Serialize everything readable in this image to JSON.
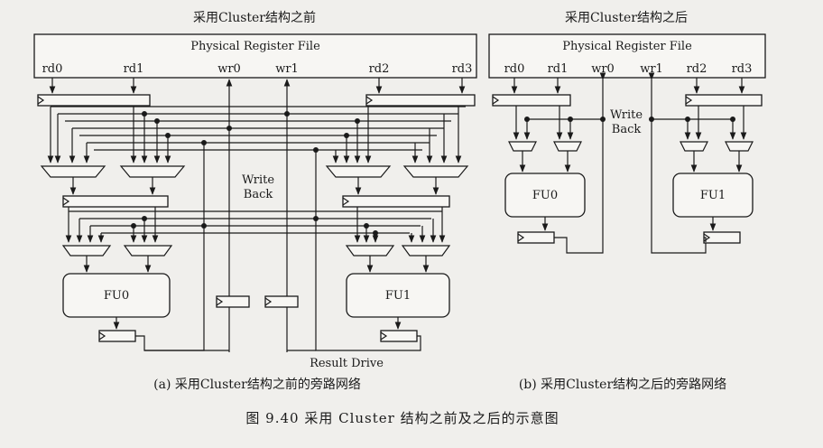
{
  "panel_a": {
    "title": "采用Cluster结构之前",
    "register_file_label": "Physical Register File",
    "ports": [
      "rd0",
      "rd1",
      "wr0",
      "wr1",
      "rd2",
      "rd3"
    ],
    "write_back_line1": "Write",
    "write_back_line2": "Back",
    "fu_labels": [
      "FU0",
      "FU1"
    ],
    "result_drive": "Result Drive",
    "caption": "(a) 采用Cluster结构之前的旁路网络"
  },
  "panel_b": {
    "title": "采用Cluster结构之后",
    "register_file_label": "Physical Register File",
    "ports": [
      "rd0",
      "rd1",
      "wr0",
      "wr1",
      "rd2",
      "rd3"
    ],
    "write_back_line1": "Write",
    "write_back_line2": "Back",
    "fu_labels": [
      "FU0",
      "FU1"
    ],
    "caption": "(b) 采用Cluster结构之后的旁路网络"
  },
  "figure_caption": "图 9.40    采用 Cluster 结构之前及之后的示意图"
}
